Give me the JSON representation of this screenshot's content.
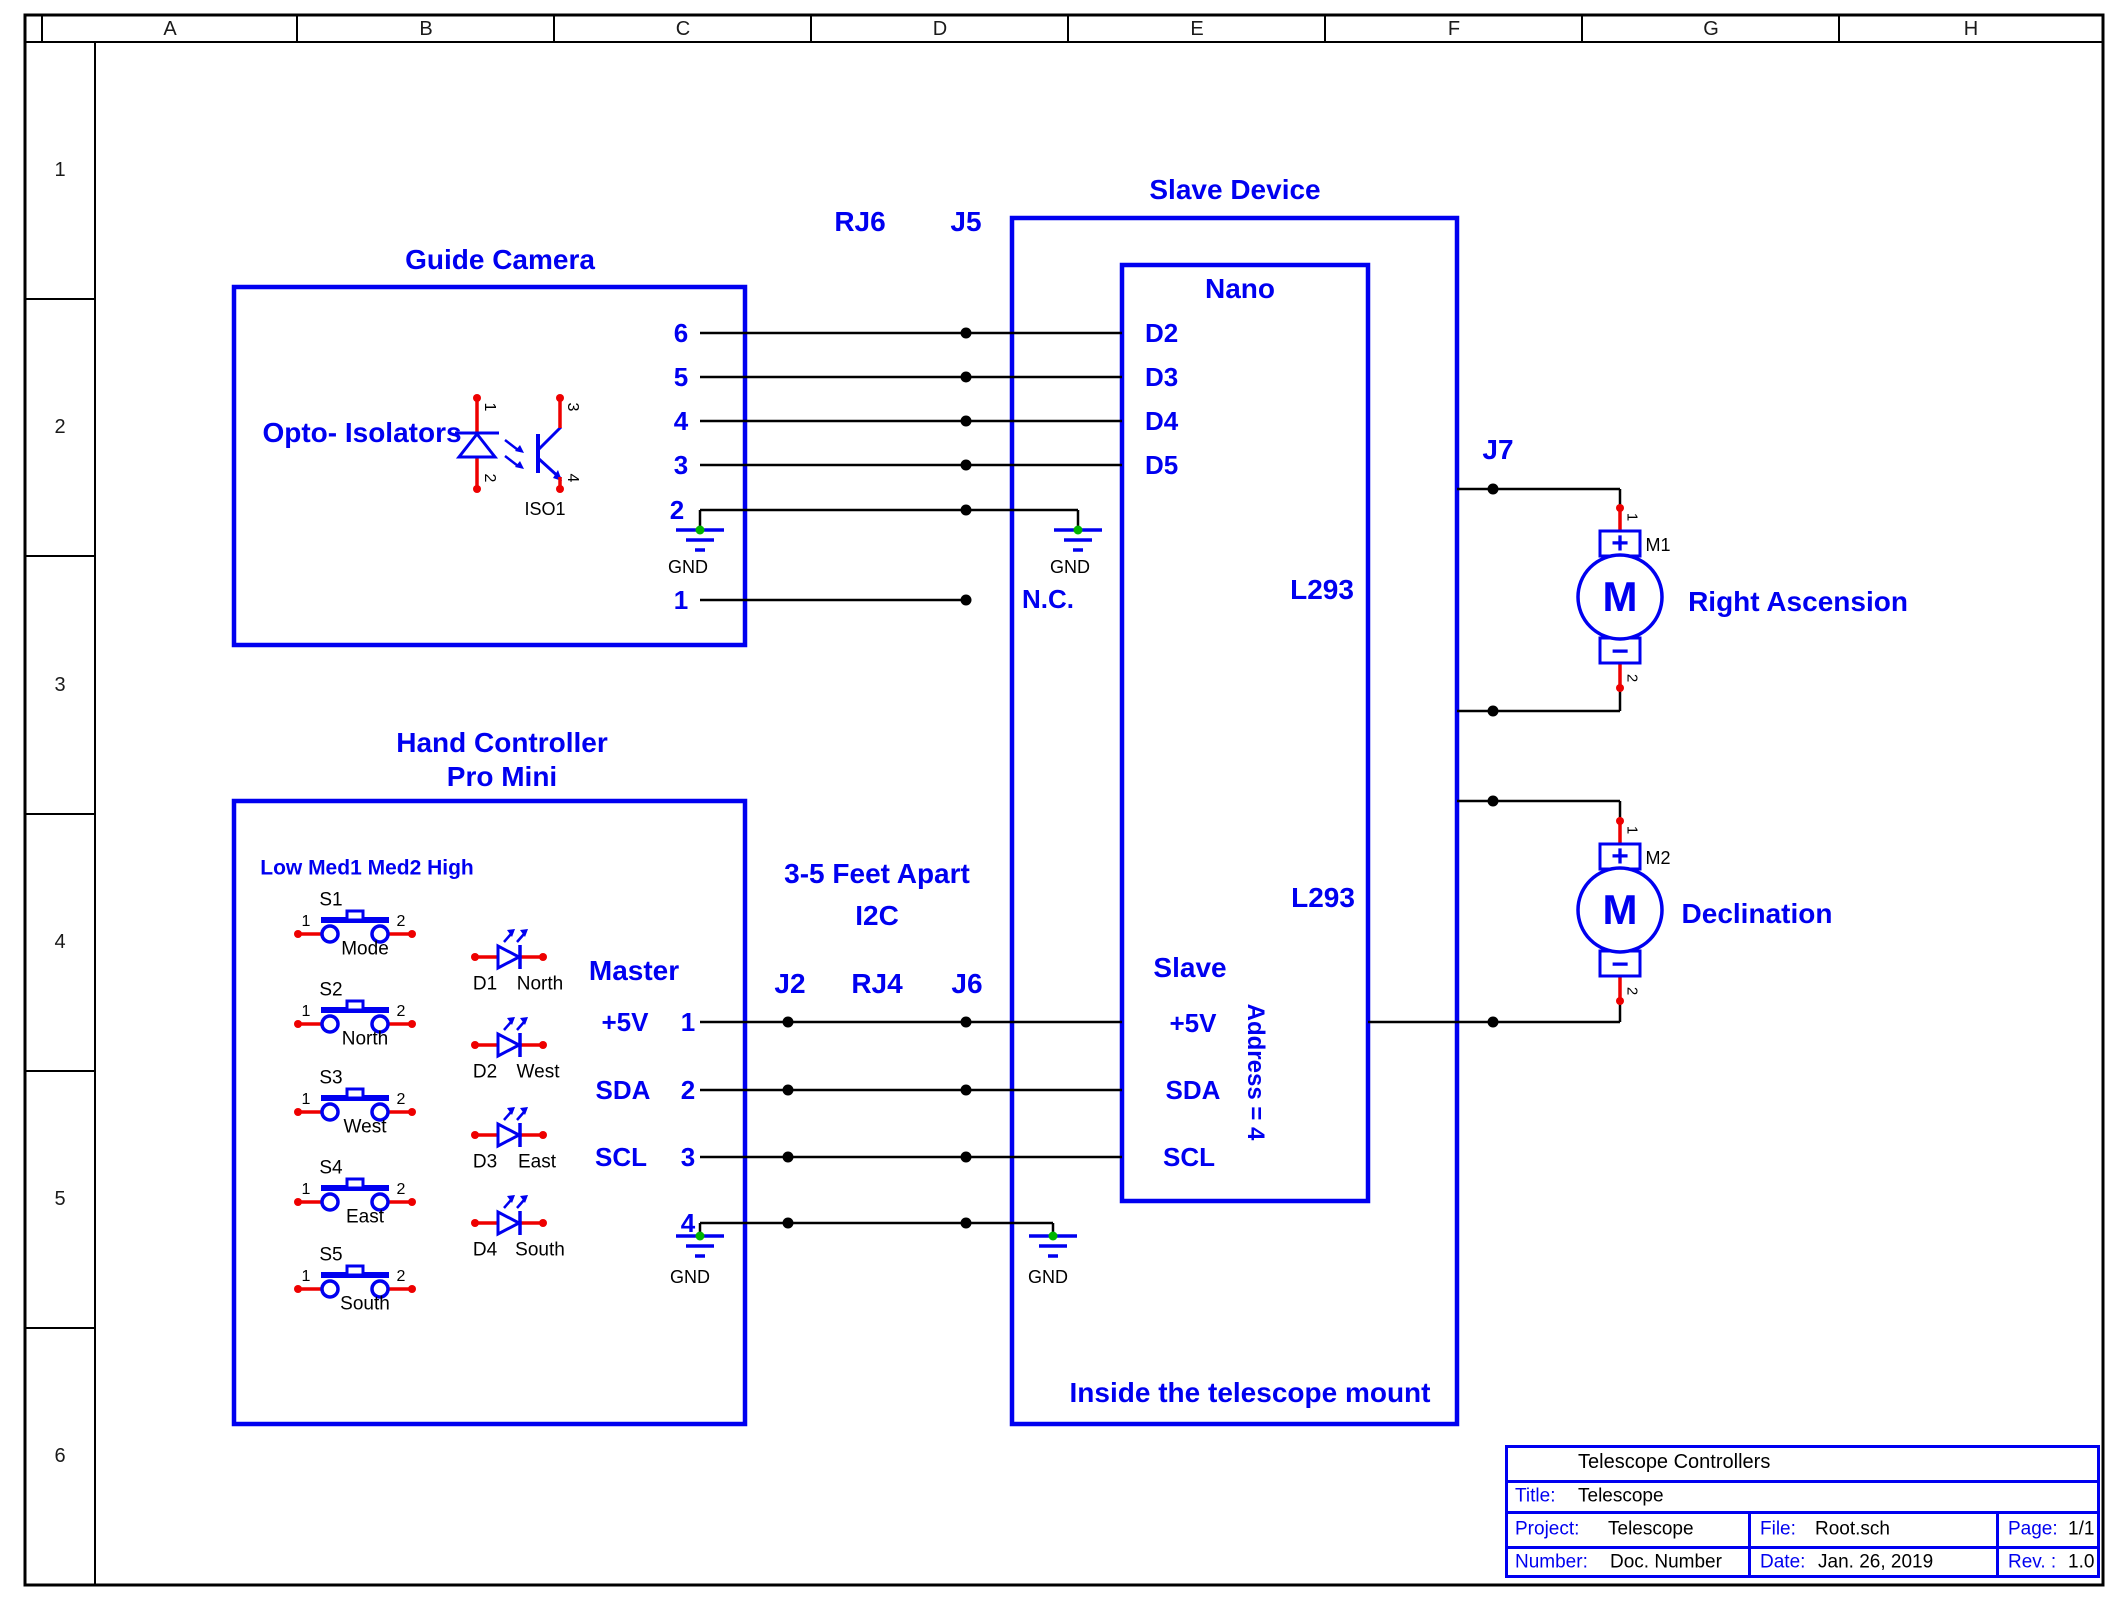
{
  "colors": {
    "component_blue": "#0000F0",
    "wire_black": "#000000",
    "pin_red": "#EE0000",
    "gnd_green": "#00B400"
  },
  "frame": {
    "columns": [
      "A",
      "B",
      "C",
      "D",
      "E",
      "F",
      "G",
      "H"
    ],
    "rows": [
      "1",
      "2",
      "3",
      "4",
      "5",
      "6"
    ]
  },
  "gnd_label": "GND",
  "guide_camera": {
    "title": "Guide Camera",
    "opto_label": "Opto- Isolators",
    "opto_ref": "ISO1",
    "opto_pins": [
      "1",
      "2",
      "3",
      "4"
    ],
    "pins": [
      "6",
      "5",
      "4",
      "3",
      "2",
      "1"
    ]
  },
  "connectors": {
    "rj6": "RJ6",
    "j5": "J5",
    "j2": "J2",
    "rj4": "RJ4",
    "j6": "J6",
    "j7": "J7",
    "nc": "N.C."
  },
  "bus": {
    "distance": "3-5 Feet Apart",
    "protocol": "I2C"
  },
  "hand_controller": {
    "title": "Hand Controller",
    "subtitle": "Pro Mini",
    "speed_header": "Low Med1 Med2 High",
    "switches": [
      {
        "ref": "S1",
        "pin1": "1",
        "pin2": "2",
        "name": "Mode"
      },
      {
        "ref": "S2",
        "pin1": "1",
        "pin2": "2",
        "name": "North"
      },
      {
        "ref": "S3",
        "pin1": "1",
        "pin2": "2",
        "name": "West"
      },
      {
        "ref": "S4",
        "pin1": "1",
        "pin2": "2",
        "name": "East"
      },
      {
        "ref": "S5",
        "pin1": "1",
        "pin2": "2",
        "name": "South"
      }
    ],
    "leds": [
      {
        "ref": "D1",
        "name": "North"
      },
      {
        "ref": "D2",
        "name": "West"
      },
      {
        "ref": "D3",
        "name": "East"
      },
      {
        "ref": "D4",
        "name": "South"
      }
    ],
    "role": "Master",
    "pins": [
      {
        "num": "1",
        "name": "+5V"
      },
      {
        "num": "2",
        "name": "SDA"
      },
      {
        "num": "3",
        "name": "SCL"
      },
      {
        "num": "4",
        "name": ""
      }
    ]
  },
  "slave": {
    "title": "Slave Device",
    "mcu": "Nano",
    "digital_pins": [
      "D2",
      "D3",
      "D4",
      "D5"
    ],
    "driver_top": "L293",
    "driver_bottom": "L293",
    "role": "Slave",
    "pins": [
      "+5V",
      "SDA",
      "SCL"
    ],
    "address": "Address = 4",
    "note": "Inside the telescope mount"
  },
  "motors": [
    {
      "ref": "M1",
      "symbol": "M",
      "plus": "+",
      "minus": "−",
      "pin1": "1",
      "pin2": "2",
      "name": "Right Ascension"
    },
    {
      "ref": "M2",
      "symbol": "M",
      "plus": "+",
      "minus": "−",
      "pin1": "1",
      "pin2": "2",
      "name": "Declination"
    }
  ],
  "title_block": {
    "company": "Telescope Controllers",
    "title_label": "Title:",
    "title_value": "Telescope",
    "project_label": "Project:",
    "project_value": "Telescope",
    "file_label": "File:",
    "file_value": "Root.sch",
    "page_label": "Page:",
    "page_value": "1/1",
    "number_label": "Number:",
    "number_value": "Doc. Number",
    "date_label": "Date:",
    "date_value": "Jan. 26, 2019",
    "rev_label": "Rev. :",
    "rev_value": "1.0"
  }
}
